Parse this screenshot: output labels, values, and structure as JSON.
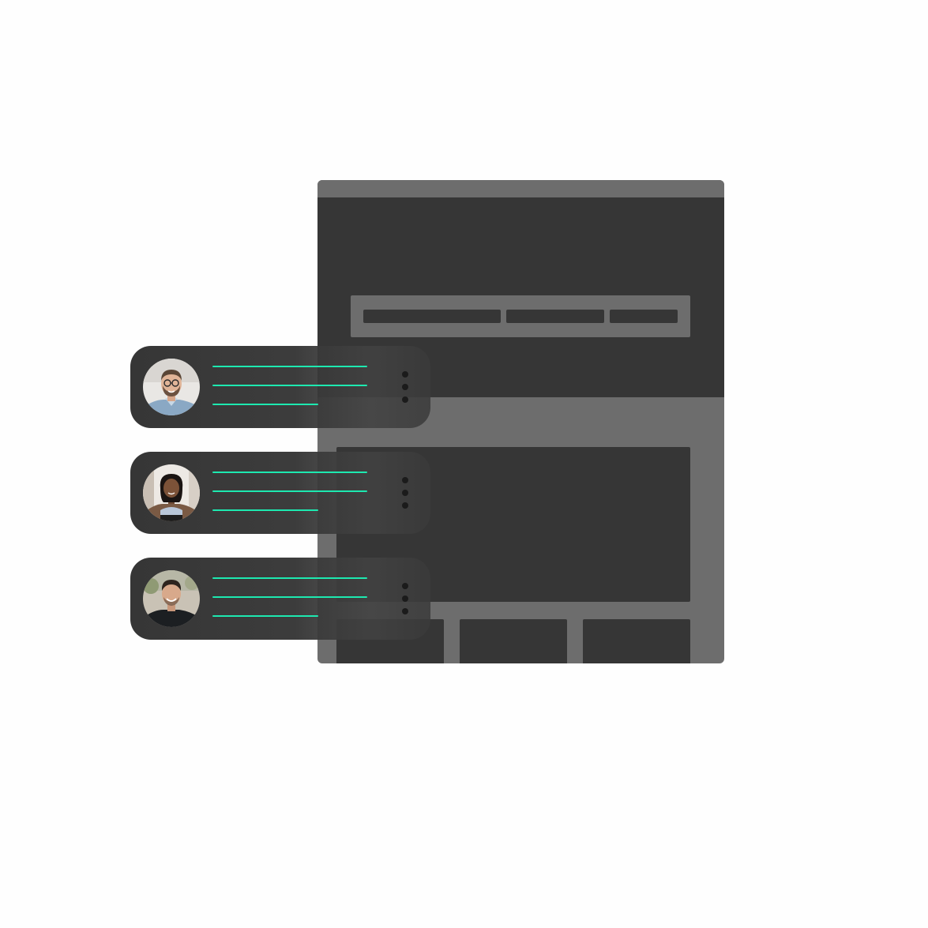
{
  "colors": {
    "page_background": "#fefefe",
    "browser_frame": "#6d6d6d",
    "browser_dark": "#363636",
    "card_background": "#363636",
    "accent_line": "#1de9b0",
    "kebab_dot": "#1b1b1b"
  },
  "browser_mockup": {
    "nav_items": [
      "nav-placeholder-1",
      "nav-placeholder-2",
      "nav-placeholder-3"
    ],
    "content_tiles": [
      "tile-1",
      "tile-2",
      "tile-3"
    ]
  },
  "profile_cards": [
    {
      "avatar_icon": "person-man-glasses-avatar",
      "menu_icon": "kebab-menu-icon",
      "text_lines": 3
    },
    {
      "avatar_icon": "person-woman-avatar",
      "menu_icon": "kebab-menu-icon",
      "text_lines": 3
    },
    {
      "avatar_icon": "person-man-smiling-avatar",
      "menu_icon": "kebab-menu-icon",
      "text_lines": 3
    }
  ]
}
